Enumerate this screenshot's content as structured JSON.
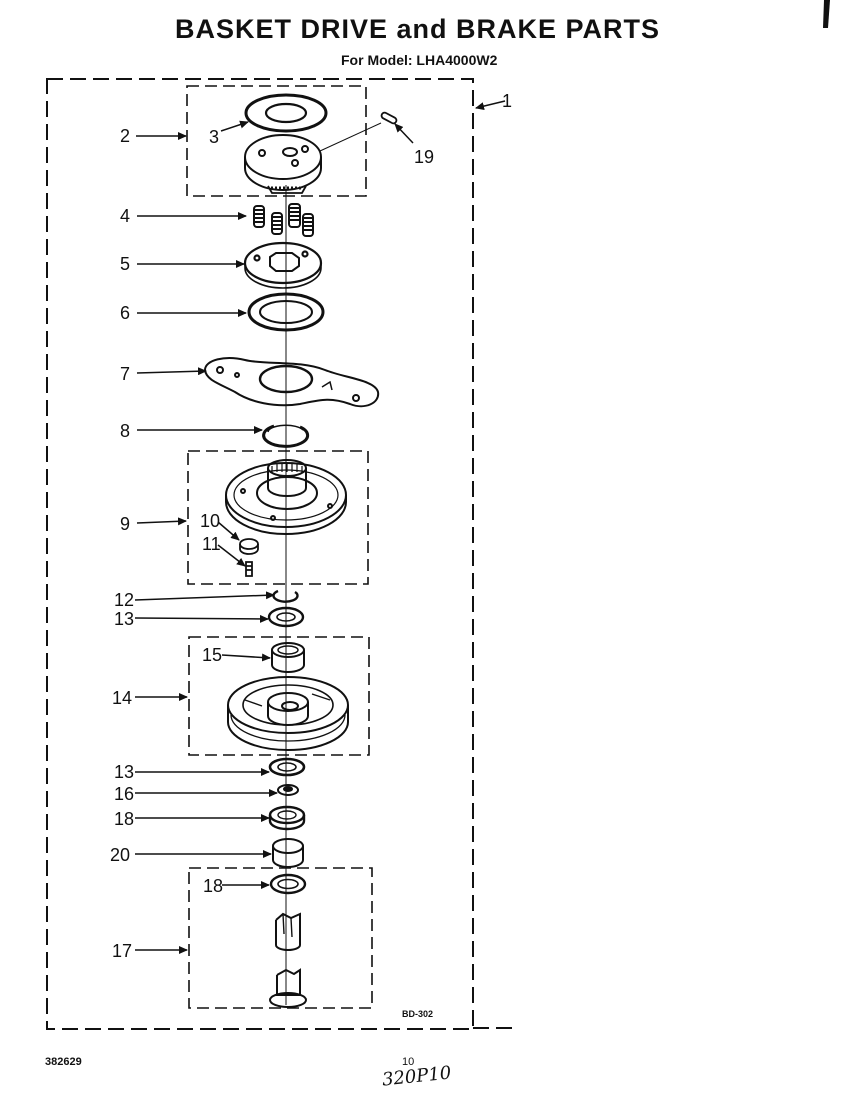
{
  "header": {
    "title": "BASKET DRIVE and BRAKE PARTS",
    "subtitle": "For Model: LHA4000W2"
  },
  "footer": {
    "doc_number": "382629",
    "page_number": "10",
    "handwritten_note": "320P10"
  },
  "diagram": {
    "code": "BD-302",
    "assembly_callout": "1",
    "callouts": {
      "c2": "2",
      "c3": "3",
      "c4": "4",
      "c5": "5",
      "c6": "6",
      "c7": "7",
      "c8": "8",
      "c9": "9",
      "c10": "10",
      "c11": "11",
      "c12": "12",
      "c13a": "13",
      "c13b": "13",
      "c14": "14",
      "c15": "15",
      "c16": "16",
      "c17": "17",
      "c18a": "18",
      "c18b": "18",
      "c19": "19",
      "c20": "20"
    }
  }
}
